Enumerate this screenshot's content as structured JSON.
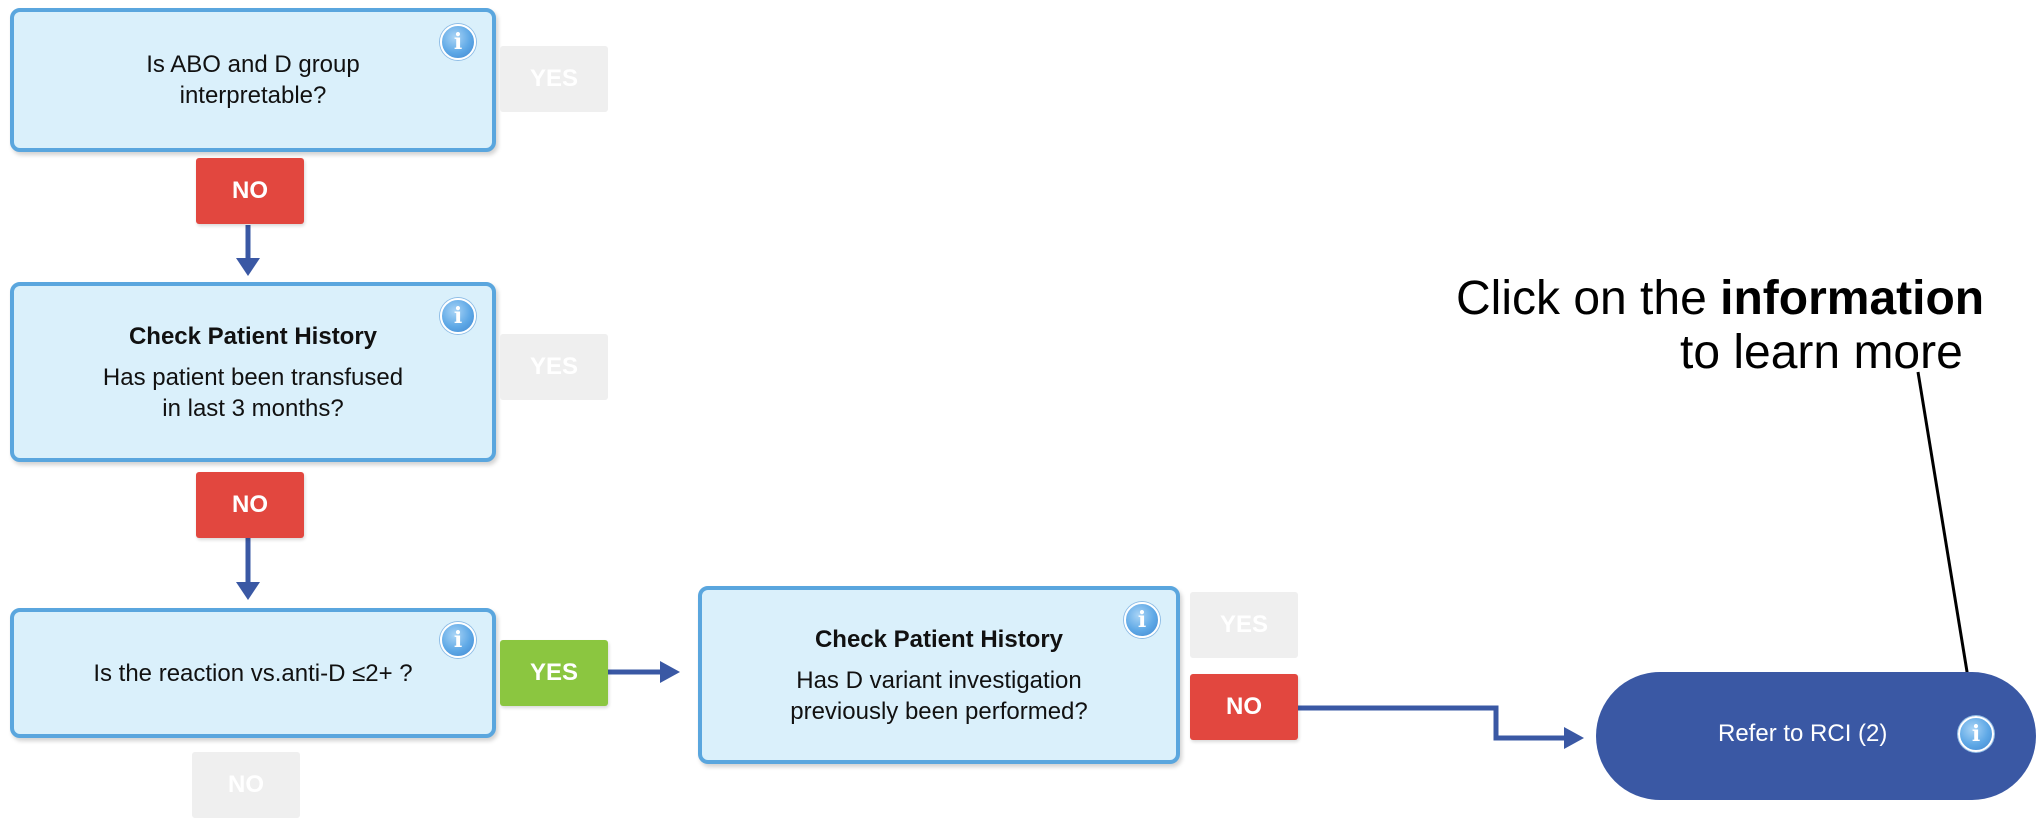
{
  "colors": {
    "box_fill": "#daf0fb",
    "box_border": "#5aa6de",
    "no_button": "#e2473f",
    "yes_button": "#8bc640",
    "inactive_button": "#efefef",
    "connector": "#3a58a4",
    "terminal": "#3a58a4"
  },
  "info_icon_glyph": "i",
  "nodes": {
    "q1": {
      "heading": "",
      "text": "Is ABO and D group\ninterpretable?"
    },
    "q2": {
      "heading": "Check Patient History",
      "text": "Has patient been transfused\nin last 3 months?"
    },
    "q3": {
      "heading": "",
      "text": "Is the reaction vs.anti-D ≤2+ ?"
    },
    "q4": {
      "heading": "Check Patient History",
      "text": "Has D variant investigation\npreviously been performed?"
    }
  },
  "buttons": {
    "yes_label": "YES",
    "no_label": "NO"
  },
  "terminal": {
    "label": "Refer to RCI (2)"
  },
  "annotation": {
    "prefix": "Click on the ",
    "bold": "information",
    "line2": "to learn more"
  }
}
